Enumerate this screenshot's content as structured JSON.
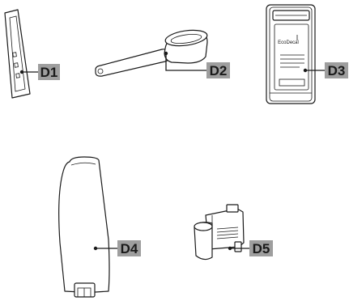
{
  "title": "",
  "callouts": [
    {
      "id": "D1",
      "label": "D1",
      "part": "test-strip"
    },
    {
      "id": "D2",
      "label": "D2",
      "part": "measuring-scoop"
    },
    {
      "id": "D3",
      "label": "D3",
      "part": "descaler-sachet"
    },
    {
      "id": "D4",
      "label": "D4",
      "part": "water-filter"
    },
    {
      "id": "D5",
      "label": "D5",
      "part": "filter-adapter"
    }
  ],
  "sachet_brand": "EcoDecal",
  "colors": {
    "label_bg": "#9e9e9e",
    "line": "#1a1a1a",
    "background": "#ffffff"
  }
}
